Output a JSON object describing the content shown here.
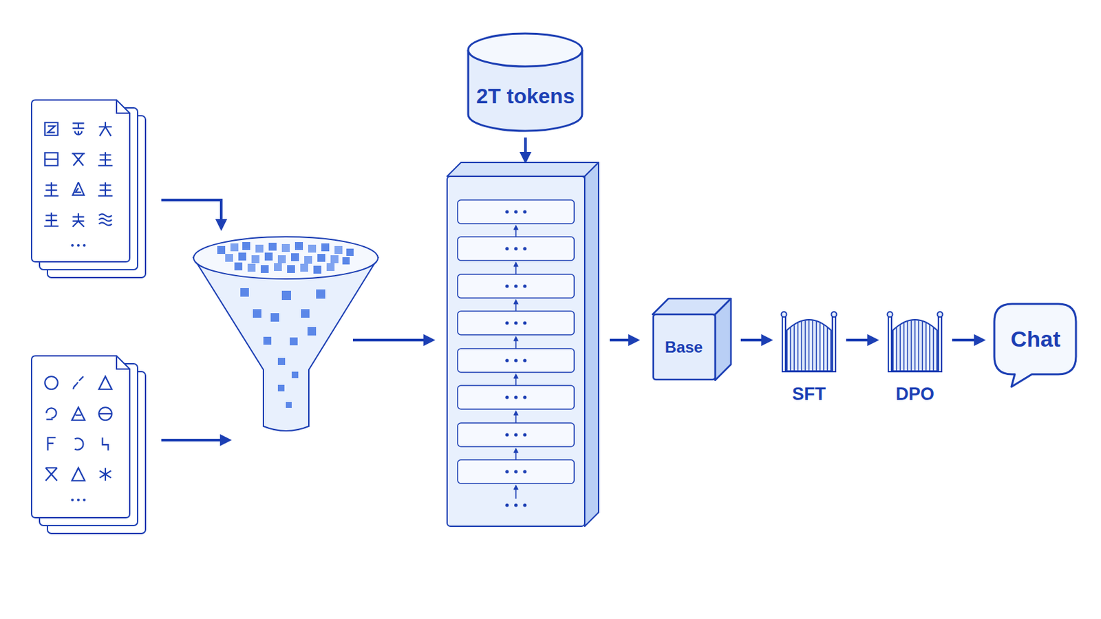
{
  "diagram": {
    "nodes": [
      {
        "text": [
          "2T tokens"
        ]
      },
      {
        "text": [
          "Base"
        ]
      },
      {
        "text": [
          "SFT"
        ]
      },
      {
        "text": [
          "DPO"
        ]
      },
      {
        "text": [
          "Chat"
        ]
      }
    ],
    "edges": [
      {
        "from": 1,
        "to": 2,
        "arrow": "to"
      },
      {
        "from": 2,
        "to": 3,
        "arrow": "to"
      },
      {
        "from": 3,
        "to": 4,
        "arrow": "to"
      }
    ]
  }
}
